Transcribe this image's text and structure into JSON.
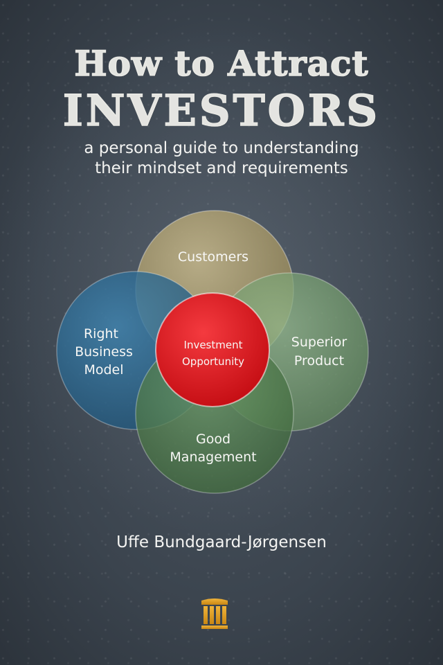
{
  "book": {
    "title_line1": "How to Attract",
    "title_line2": "INVESTORS",
    "subtitle_line1": "a personal guide to understanding",
    "subtitle_line2": "their mindset and requirements",
    "author": "Uffe Bundgaard-Jørgensen"
  },
  "diagram": {
    "top": {
      "label": "Customers"
    },
    "left": {
      "lines": [
        "Right",
        "Business",
        "Model"
      ]
    },
    "right": {
      "lines": [
        "Superior",
        "Product"
      ]
    },
    "bottom": {
      "lines": [
        "Good",
        "Management"
      ]
    },
    "center": {
      "lines": [
        "Investment",
        "Opportunity"
      ]
    }
  },
  "colors": {
    "top_circle": "#a89a6a",
    "left_circle": "#2d6c95",
    "right_circle": "#7aa072",
    "bottom_circle": "#4e7e4c",
    "center_circle": "#e3141b",
    "publisher_logo": "#e4a22a"
  },
  "icons": {
    "publisher": "column-pillar-logo-icon"
  }
}
